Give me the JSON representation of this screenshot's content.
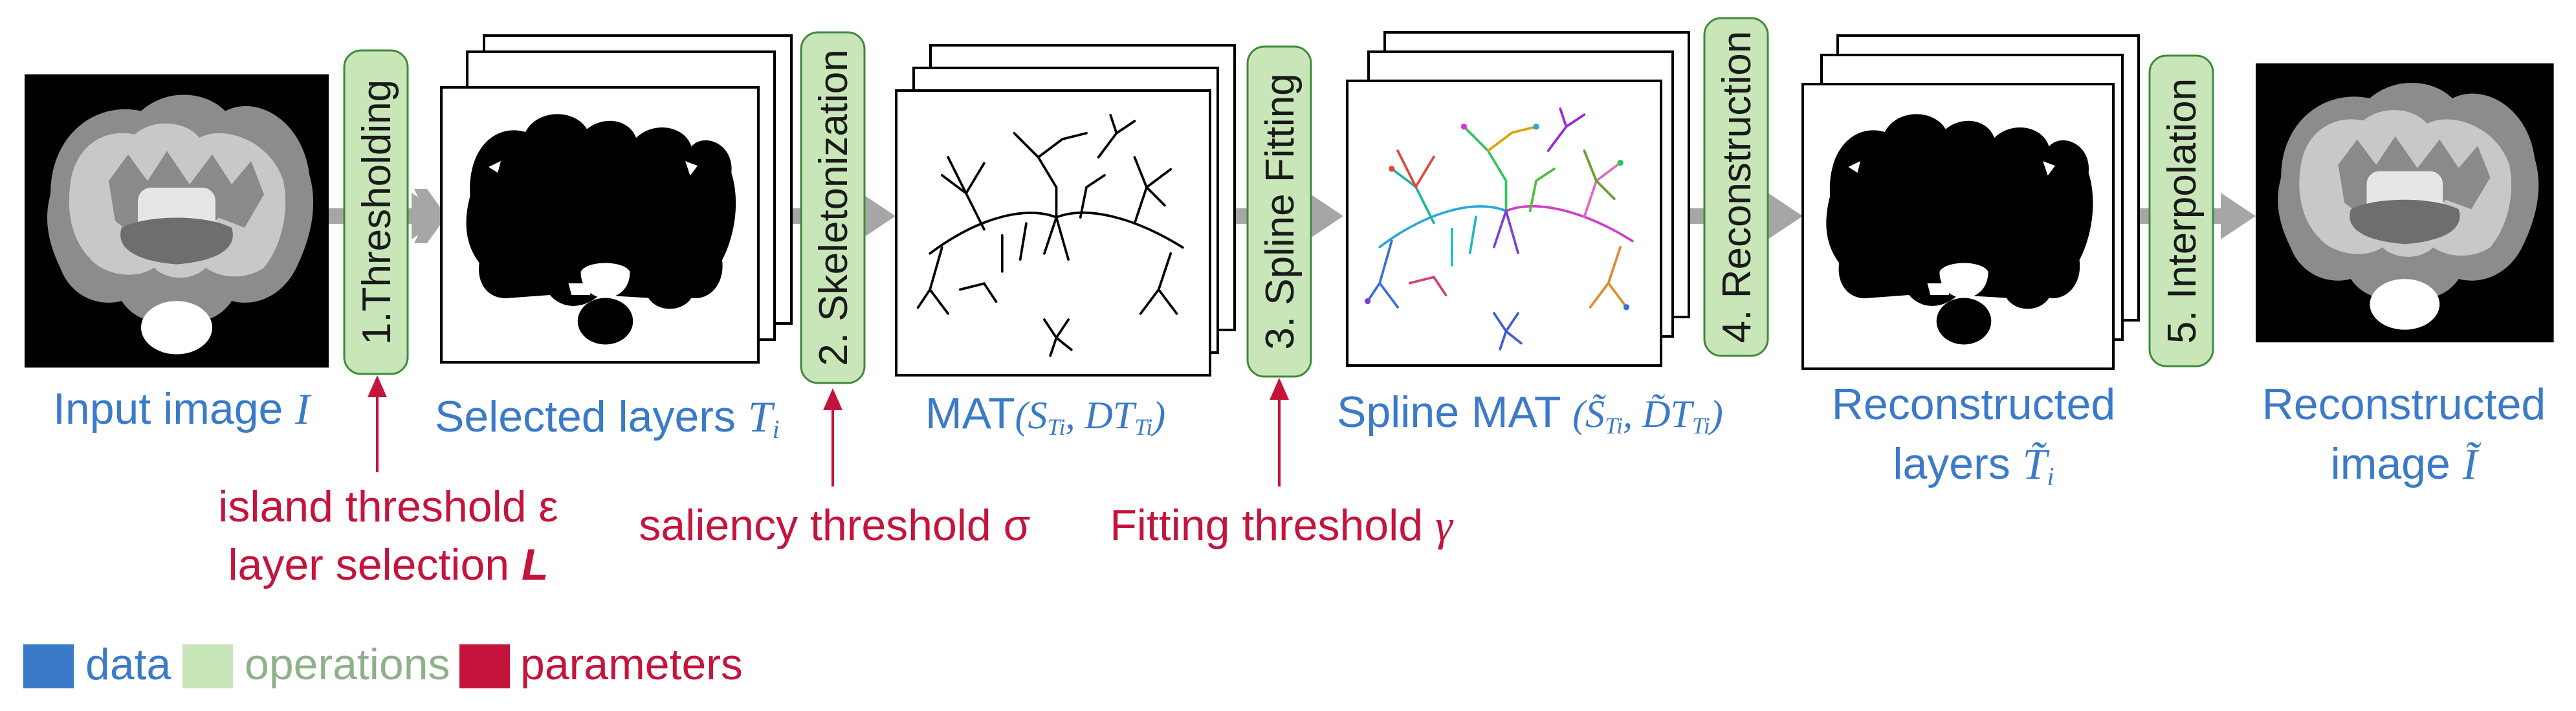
{
  "colors": {
    "data": "#3a7ac9",
    "operations": "#c8e6b8",
    "operations_border": "#3f8a3a",
    "operations_text": "#8fb08a",
    "parameters": "#c4143c",
    "arrow": "#a6a6a6"
  },
  "operations": [
    {
      "label": "1.Thresholding"
    },
    {
      "label": "2. Skeletonization"
    },
    {
      "label": "3. Spline Fitting"
    },
    {
      "label": "4. Reconstruction"
    },
    {
      "label": "5. Interpolation"
    }
  ],
  "data_labels": {
    "input": {
      "text": "Input image ",
      "math": "I"
    },
    "selected": {
      "text": "Selected layers ",
      "math": "T",
      "sub": "i"
    },
    "mat": {
      "text": "MAT",
      "math": "(S",
      "sub1": "Ti",
      "mid": ", DT",
      "sub2": "Ti",
      "end": ")"
    },
    "spline": {
      "text": "Spline MAT ",
      "math": "(S̃",
      "sub1": "Ti",
      "mid": ", D̃T",
      "sub2": "Ti",
      "end": ")"
    },
    "recon_layers": {
      "line1": "Reconstructed",
      "line2": "layers ",
      "math": "T̃",
      "sub": "i"
    },
    "recon_image": {
      "line1": "Reconstructed",
      "line2": "image ",
      "math": "Ĩ"
    }
  },
  "parameters": {
    "thresholding": {
      "line1": "island threshold ε",
      "line2": "layer selection ",
      "line2_math": "L"
    },
    "skeletonization": {
      "text": "saliency threshold σ"
    },
    "spline": {
      "text": "Fitting threshold ",
      "math": "γ"
    }
  },
  "legend": [
    {
      "label": "data",
      "color": "#3a7ac9"
    },
    {
      "label": "operations",
      "color": "#c8e6b8"
    },
    {
      "label": "parameters",
      "color": "#c4143c"
    }
  ],
  "image_panels": {
    "input": "brain-mri-icon",
    "selected_layers": "binary-layer-stack",
    "mat": "skeleton-stack",
    "spline_mat": "colored-spline-skeleton-stack",
    "reconstructed_layers": "binary-layer-stack",
    "reconstructed_image": "brain-mri-icon"
  }
}
